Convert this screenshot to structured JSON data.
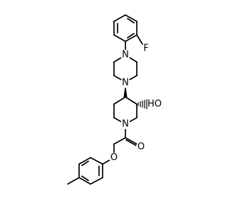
{
  "structure": {
    "atoms": {
      "fluorine": "F",
      "piperazine_n_top": "N",
      "piperazine_n_bottom": "N",
      "hydroxyl": "HO",
      "piperidine_n": "N",
      "carbonyl_o": "O",
      "ether_o": "O"
    }
  },
  "colors": {
    "bond": "#000000",
    "text": "#000000",
    "background": "#ffffff"
  }
}
